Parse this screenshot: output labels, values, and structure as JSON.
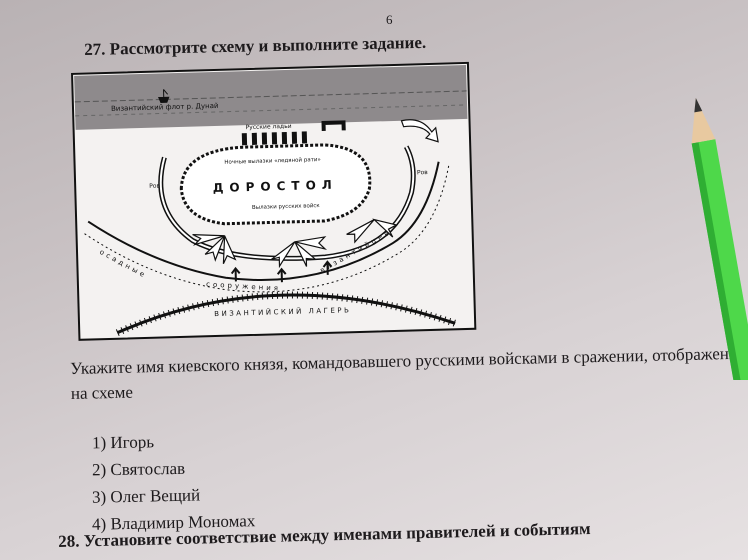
{
  "page": {
    "number": "6"
  },
  "task": {
    "title": "27. Рассмотрите схему и выполните задание.",
    "question": "Укажите имя киевского князя, командовавшего русскими войсками в сражении, отображенном на схеме",
    "options": [
      {
        "num": "1)",
        "text": "Игорь"
      },
      {
        "num": "2)",
        "text": "Святослав"
      },
      {
        "num": "3)",
        "text": "Олег Вещий"
      },
      {
        "num": "4)",
        "text": "Владимир Мономах"
      }
    ]
  },
  "scheme": {
    "river_label": "Византийский флот р. Дунай",
    "russian_boats": "Русские ладьи",
    "sortie_night": "Ночные вылазки «ледяной рати»",
    "city": "ДОРОСТОЛ",
    "sortie_troops": "Вылазки русских войск",
    "ditch_left": "Ров",
    "ditch_right": "Ров",
    "siege_left": "осадные",
    "siege_middle": "сооружения",
    "siege_right": "византийцев",
    "camp": "ВИЗАНТИЙСКИЙ ЛАГЕРЬ"
  },
  "next_task": {
    "text": "28. Установите соответствие между именами правителей и событиям"
  },
  "colors": {
    "paper": "#d8d2d4",
    "ink": "#111111",
    "pencil": "#4ed84a"
  }
}
